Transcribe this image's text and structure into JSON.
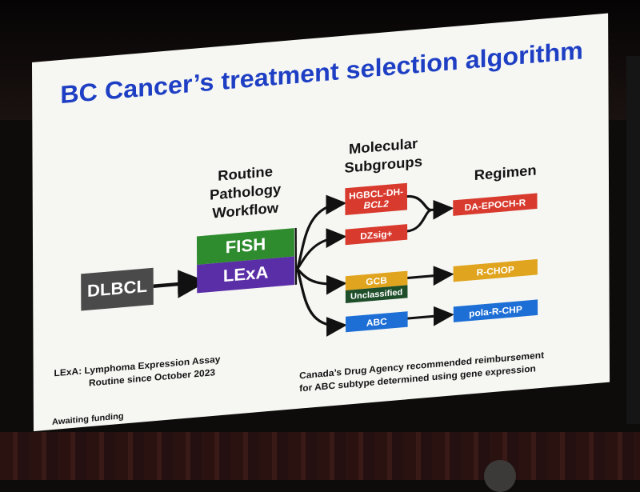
{
  "title": "BC Cancer’s treatment selection algorithm",
  "headers": {
    "routine": [
      "Routine",
      "Pathology",
      "Workflow"
    ],
    "molecular": [
      "Molecular",
      "Subgroups"
    ],
    "regimen": "Regimen"
  },
  "nodes": {
    "dlbcl": "DLBCL",
    "fish": "FISH",
    "lexa": "LExA",
    "hgbcl_line1": "HGBCL-DH-",
    "hgbcl_line2": "BCL2",
    "dzsig": "DZsig+",
    "gcb": "GCB",
    "unclassified": "Unclassified",
    "abc": "ABC",
    "da_epoch": "DA-EPOCH-R",
    "rchop": "R-CHOP",
    "pola": "pola-R-CHP"
  },
  "notes": {
    "lexa_def": "LExA: Lymphoma Expression Assay",
    "routine_since": "Routine since October 2023",
    "awaiting": "Awaiting funding",
    "agency_line1": "Canada’s Drug Agency recommended reimbursement",
    "agency_line2": "for ABC subtype determined using gene expression"
  },
  "colors": {
    "title": "#1e3fc4",
    "dlbcl": "#4a4a4a",
    "fish": "#2e8b2e",
    "lexa": "#5a2ea6",
    "red": "#d83a2e",
    "gold": "#e0a41e",
    "dark_green": "#1f4f2a",
    "blue": "#1d6fd6"
  }
}
